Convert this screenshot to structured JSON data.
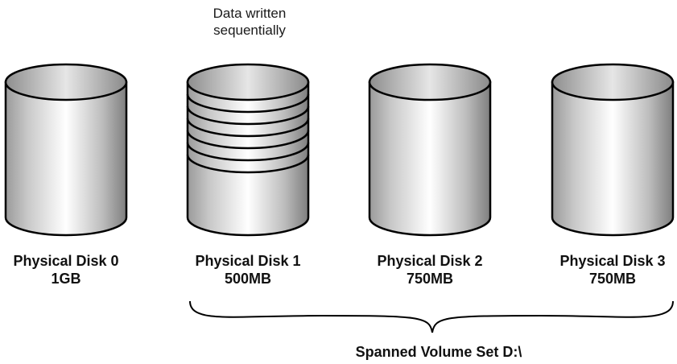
{
  "annotation": {
    "line1": "Data written",
    "line2": "sequentially"
  },
  "disks": [
    {
      "name": "Physical Disk 0",
      "size": "1GB"
    },
    {
      "name": "Physical Disk 1",
      "size": "500MB"
    },
    {
      "name": "Physical Disk 2",
      "size": "750MB"
    },
    {
      "name": "Physical Disk 3",
      "size": "750MB"
    }
  ],
  "volume_label": "Spanned Volume Set D:\\",
  "data_rings_on_disk_1": 6
}
